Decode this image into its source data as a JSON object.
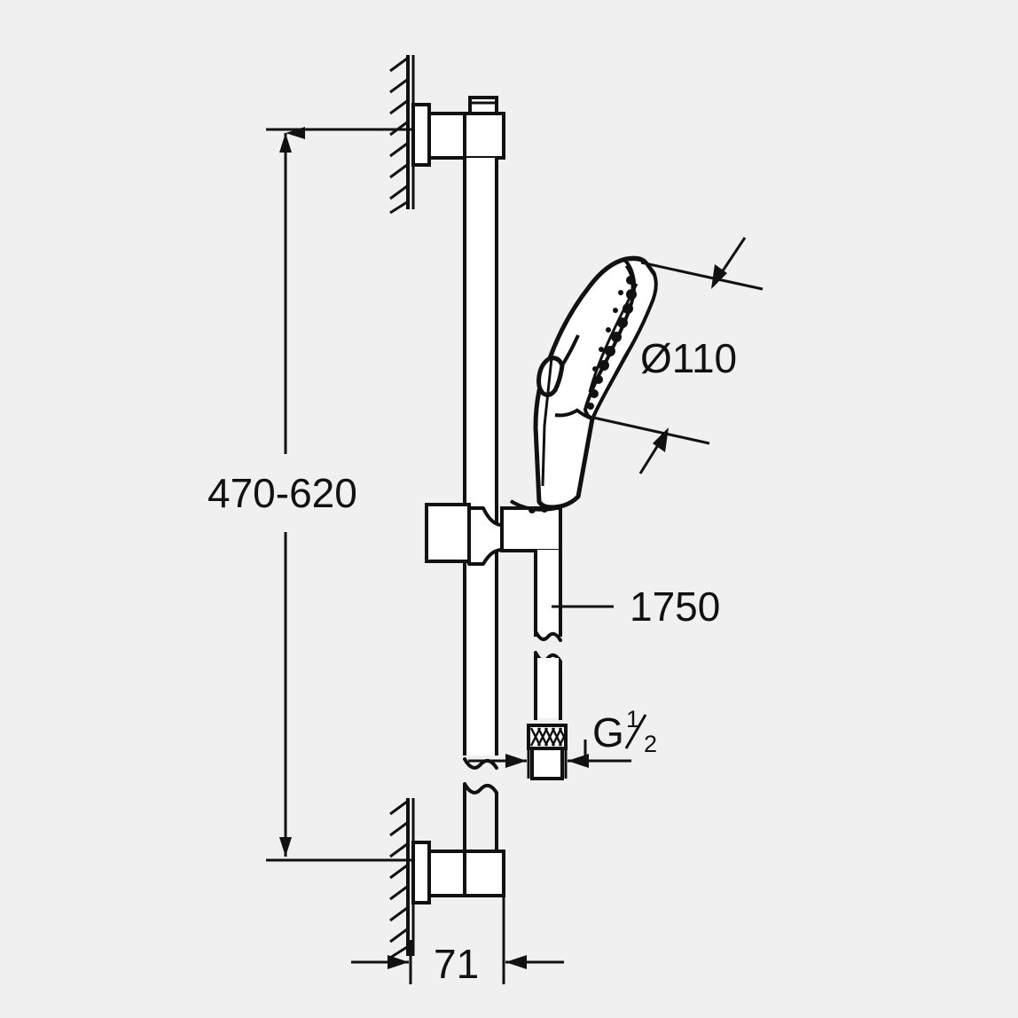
{
  "drawing": {
    "title": "Shower rail set technical drawing",
    "background_color": "#f0f0f0",
    "line_color": "#111111",
    "fill_color": "#ffffff",
    "dimensions": {
      "rail_height": {
        "label": "470-620",
        "name": "rail-height-dimension",
        "unit": "mm",
        "orientation": "vertical"
      },
      "head_diameter": {
        "label": "Ø110",
        "name": "shower-head-diameter-dimension",
        "unit": "mm",
        "orientation": "leader"
      },
      "hose_length": {
        "label": "1750",
        "name": "hose-length-dimension",
        "unit": "mm",
        "orientation": "leader"
      },
      "thread_size": {
        "prefix": "G",
        "numerator": "1",
        "denominator": "2",
        "label": "G 1/2",
        "name": "hose-thread-dimension",
        "orientation": "horizontal"
      },
      "wall_offset": {
        "label": "71",
        "name": "wall-offset-dimension",
        "unit": "mm",
        "orientation": "horizontal"
      }
    },
    "components": {
      "wall_upper": {
        "name": "upper-wall-hatching"
      },
      "wall_lower": {
        "name": "lower-wall-hatching"
      },
      "bracket_upper": {
        "name": "upper-wall-bracket"
      },
      "bracket_lower": {
        "name": "lower-wall-bracket"
      },
      "slide_rail": {
        "name": "slide-rail"
      },
      "rail_break": {
        "name": "rail-break-symbol"
      },
      "slider_holder": {
        "name": "slider-holder-bracket"
      },
      "hand_shower": {
        "name": "hand-shower-head"
      },
      "spray_face": {
        "name": "spray-face"
      },
      "handle_grip": {
        "name": "handle-thumb-grip"
      },
      "hose": {
        "name": "shower-hose"
      },
      "hose_break": {
        "name": "hose-break-symbol"
      },
      "hose_nut": {
        "name": "knurled-hose-nut"
      }
    }
  }
}
